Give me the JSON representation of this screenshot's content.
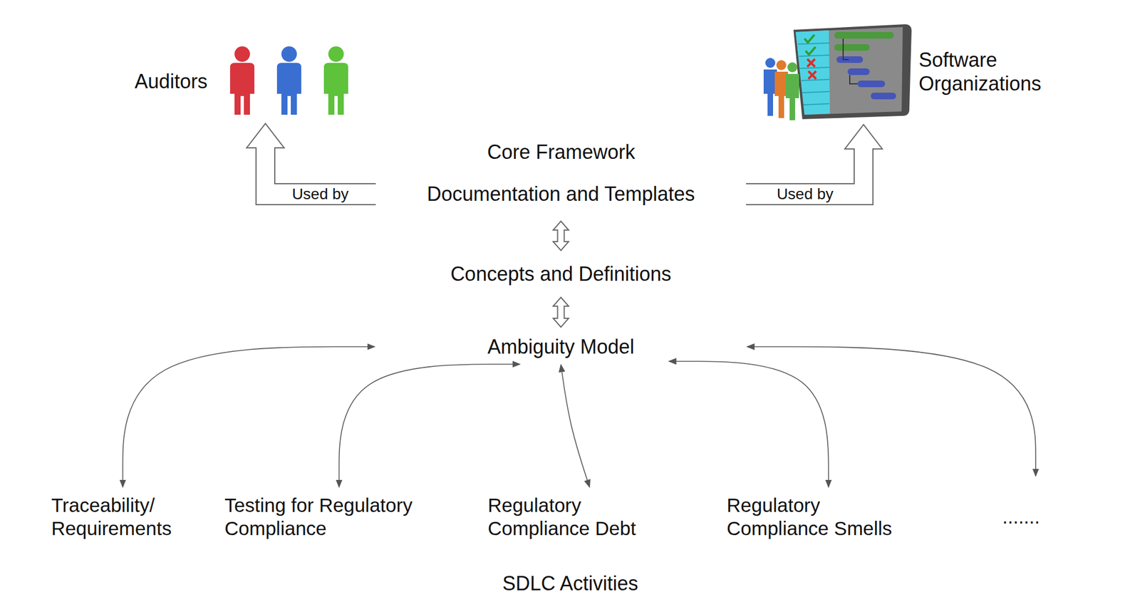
{
  "diagram": {
    "nodes": [
      {
        "text": [
          "Auditors"
        ]
      },
      {
        "text": [
          "Software Organizations"
        ]
      },
      {
        "text": [
          "Core Framework"
        ]
      },
      {
        "text": [
          "Documentation and Templates"
        ],
        "in": 2
      },
      {
        "text": [
          "Concepts and Definitions"
        ],
        "in": 2
      },
      {
        "text": [
          "Ambiguity Model"
        ],
        "in": 2
      },
      {
        "text": [
          "SDLC Activities"
        ]
      },
      {
        "text": [
          "Traceability/ Requirements"
        ],
        "in": 6
      },
      {
        "text": [
          "Testing for Regulatory Compliance"
        ],
        "in": 6
      },
      {
        "text": [
          "Regulatory Compliance Debt"
        ],
        "in": 6
      },
      {
        "text": [
          "Regulatory Compliance Smells"
        ],
        "in": 6
      },
      {
        "text": [
          "......."
        ],
        "in": 6
      }
    ],
    "edges": [
      {
        "from": 3,
        "to": 0,
        "label": "Used by",
        "arrow": "to"
      },
      {
        "from": 3,
        "to": 1,
        "label": "Used by",
        "arrow": "to"
      },
      {
        "from": 3,
        "to": 4,
        "arrow": "both"
      },
      {
        "from": 4,
        "to": 5,
        "arrow": "both"
      },
      {
        "from": 5,
        "to": 7,
        "arrow": "both"
      },
      {
        "from": 5,
        "to": 8,
        "arrow": "both"
      },
      {
        "from": 5,
        "to": 9,
        "arrow": "both"
      },
      {
        "from": 5,
        "to": 10,
        "arrow": "both"
      },
      {
        "from": 5,
        "to": 11,
        "arrow": "both"
      }
    ]
  }
}
